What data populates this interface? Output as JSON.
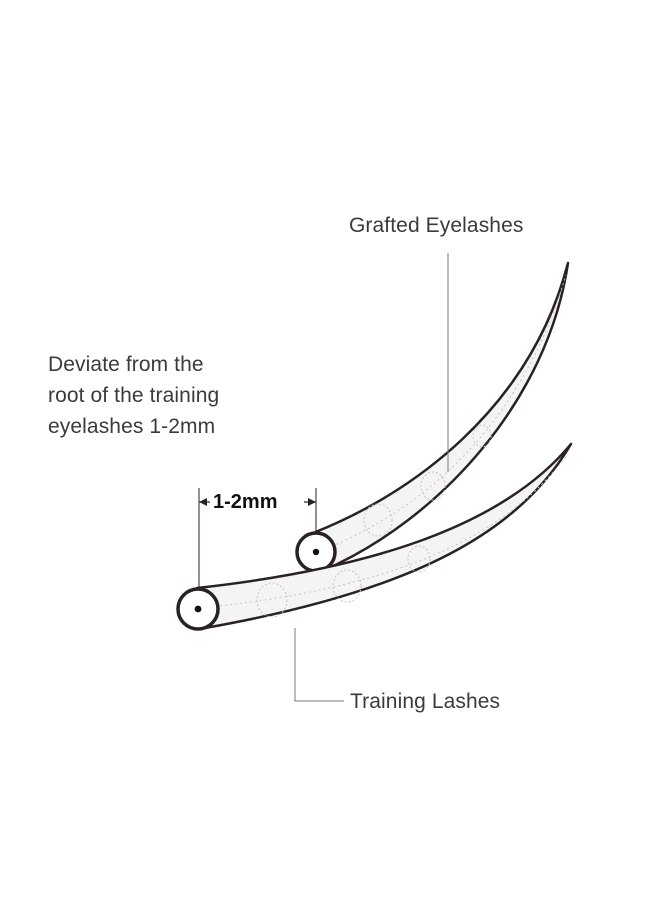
{
  "labels": {
    "grafted": "Grafted Eyelashes",
    "training": "Training Lashes",
    "deviate": [
      "Deviate from the",
      "root of the training",
      "eyelashes 1-2mm"
    ],
    "gap": "1-2mm"
  },
  "colors": {
    "outline": "#2a2222",
    "lash_fill": "#f4f4f4",
    "texture": "#c4c4c4",
    "leader": "#7a7a7a",
    "text": "#3b3b3b"
  }
}
